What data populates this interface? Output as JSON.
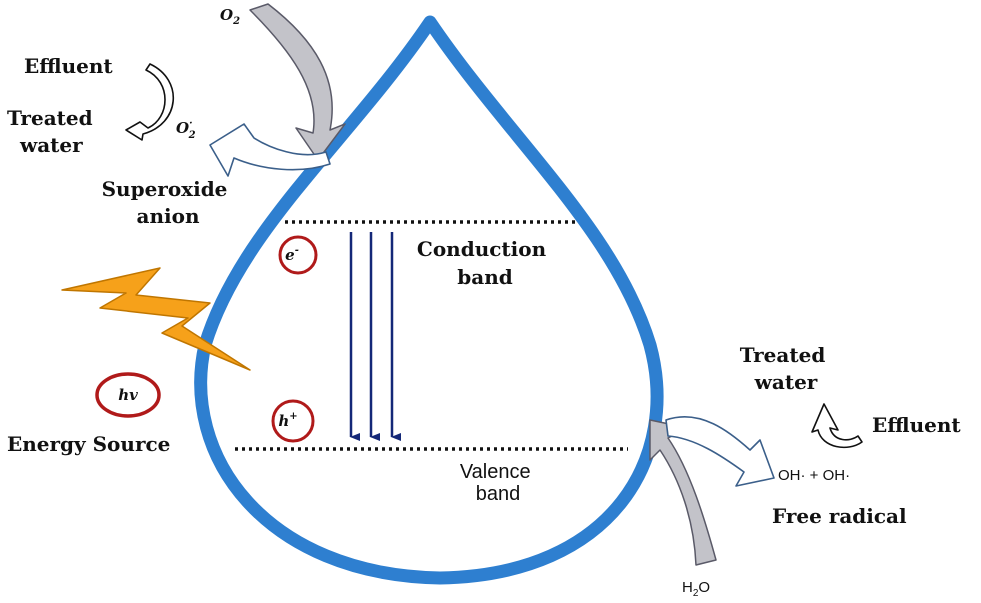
{
  "colors": {
    "drop_outline": "#2e7fd0",
    "band_arrows": "#142878",
    "carrier_circle": "#b01a1a",
    "lightning_fill": "#f6a11a",
    "gas_arrow_fill": "#c3c3c9",
    "outline_arrow_fill": "#ffffff"
  },
  "top_left": {
    "o2": "O",
    "o2_sub": "2",
    "effluent": "Effluent",
    "treated_water_line1": "Treated",
    "treated_water_line2": "water",
    "superoxide_symbol": "O",
    "superoxide_sup": "·",
    "superoxide_sub": "2",
    "superoxide_line1": "Superoxide",
    "superoxide_line2": "anion"
  },
  "bands": {
    "conduction_line1": "Conduction",
    "conduction_line2": "band",
    "valence_line1": "Valence",
    "valence_line2": "band"
  },
  "carriers": {
    "electron": "e",
    "electron_sup": "-",
    "hole": "h",
    "hole_sup": "+"
  },
  "energy": {
    "hv": "hv",
    "label": "Energy Source"
  },
  "bottom_right": {
    "treated_water_line1": "Treated",
    "treated_water_line2": "water",
    "effluent": "Effluent",
    "radicals": "OH· + OH·",
    "free_radical": "Free radical",
    "h2o_h": "H",
    "h2o_sub": "2",
    "h2o_o": "O"
  }
}
